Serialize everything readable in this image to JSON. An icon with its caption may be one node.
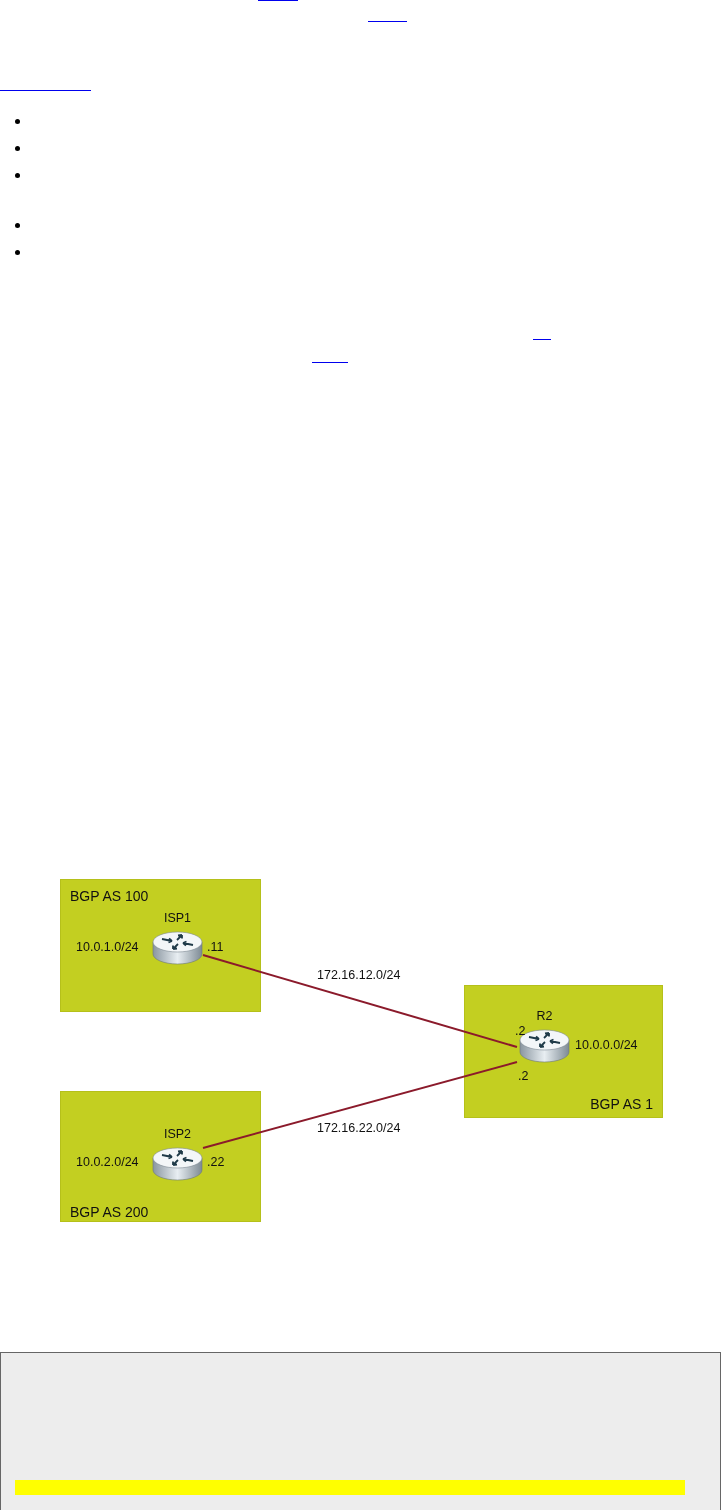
{
  "diagram": {
    "nodes": [
      {
        "text": [
          "BGP AS 100"
        ]
      },
      {
        "text": [
          "ISP1"
        ],
        "beside": [
          "10.0.1.0/24",
          ".11"
        ],
        "in": 0
      },
      {
        "text": [
          "BGP AS 1"
        ]
      },
      {
        "text": [
          "R2"
        ],
        "beside": [
          ".2",
          "10.0.0.0/24",
          ".2"
        ],
        "in": 2
      },
      {
        "text": [
          "BGP AS 200"
        ]
      },
      {
        "text": [
          "ISP2"
        ],
        "beside": [
          "10.0.2.0/24",
          ".22"
        ],
        "in": 4
      }
    ],
    "edges": [
      {
        "from": 1,
        "to": 3,
        "arrow": "none",
        "label": "172.16.12.0/24"
      },
      {
        "from": 5,
        "to": 3,
        "arrow": "none",
        "label": "172.16.22.0/24"
      }
    ]
  }
}
